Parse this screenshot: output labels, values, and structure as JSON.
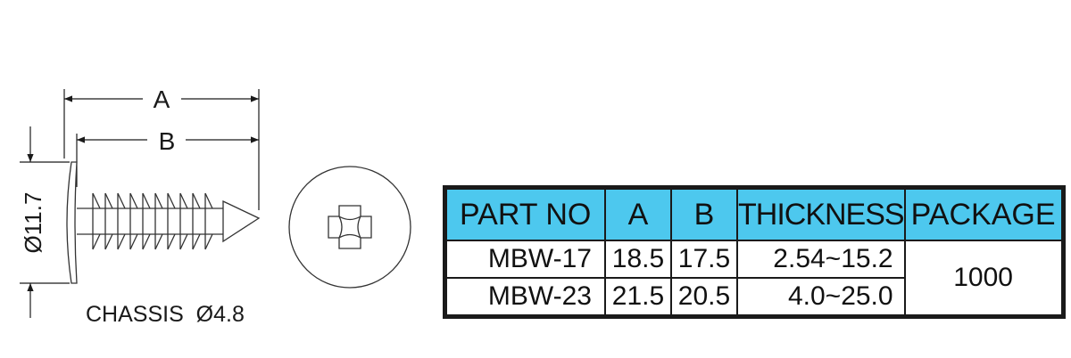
{
  "drawing": {
    "dim_a_label": "A",
    "dim_b_label": "B",
    "diameter_label": "Ø11.7",
    "chassis_label": "CHASSIS  Ø4.8"
  },
  "table": {
    "headers": [
      "PART NO",
      "A",
      "B",
      "THICKNESS",
      "PACKAGE"
    ],
    "rows": [
      {
        "part_no": "MBW-17",
        "a": "18.5",
        "b": "17.5",
        "thickness": "2.54~15.2"
      },
      {
        "part_no": "MBW-23",
        "a": "21.5",
        "b": "20.5",
        "thickness": "4.0~25.0"
      }
    ],
    "package": "1000"
  },
  "colors": {
    "header_bg": "#4dc8ee",
    "line": "#1a1a1a"
  }
}
